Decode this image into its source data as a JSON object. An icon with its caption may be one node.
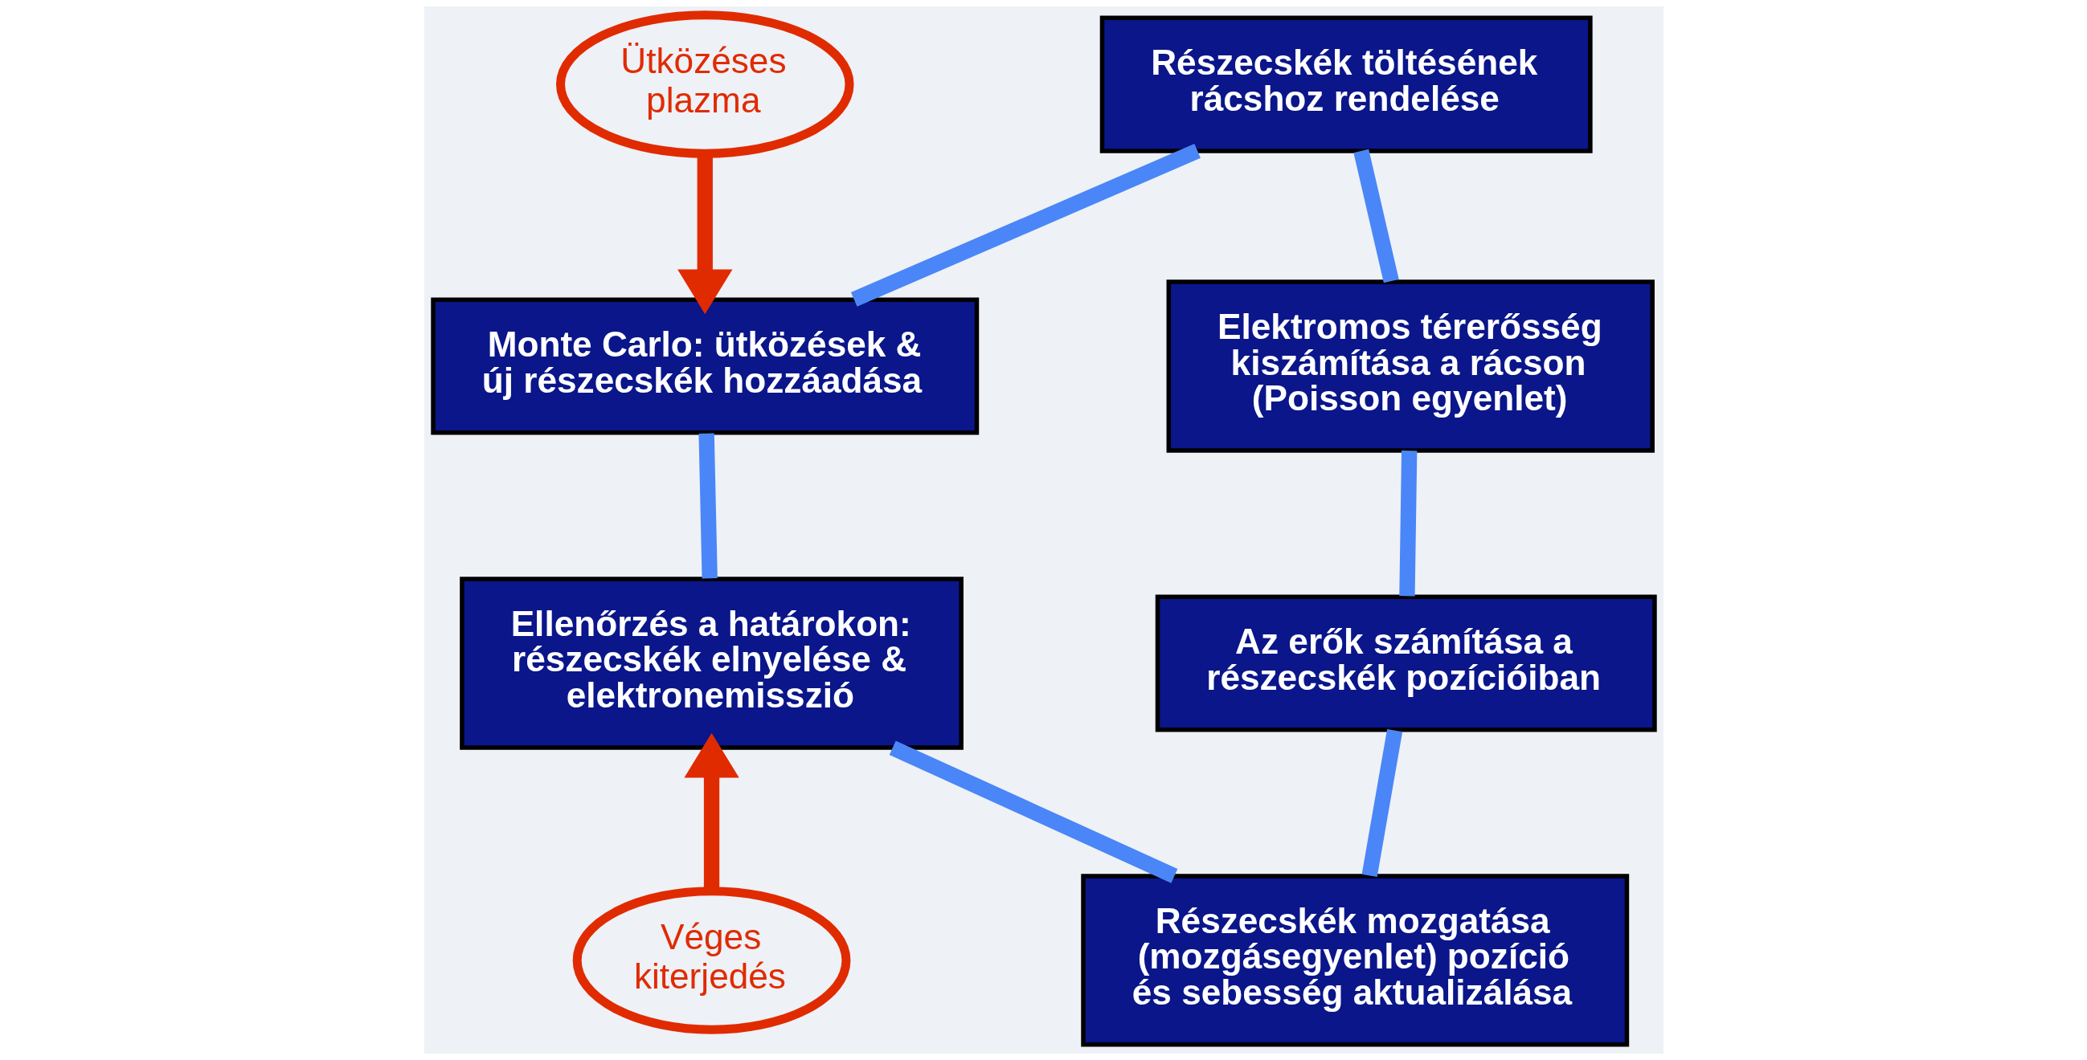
{
  "diagram": {
    "nodes": [
      {
        "text": [
          "Ütközéses plazma"
        ]
      },
      {
        "text": [
          "Részecskék töltésének rácshoz rendelése"
        ]
      },
      {
        "text": [
          "Monte Carlo: ütközések & új részecskék hozzáadása"
        ]
      },
      {
        "text": [
          "Elektromos térerősség kiszámítása a rácson (Poisson egyenlet)"
        ]
      },
      {
        "text": [
          "Ellenőrzés a határokon: részecskék elnyelése & elektronemisszió"
        ]
      },
      {
        "text": [
          "Az erők számítása a részecskék pozícióiban"
        ]
      },
      {
        "text": [
          "Véges kiterjedés"
        ]
      },
      {
        "text": [
          "Részecskék mozgatása (mozgásegyenlet) pozíció és sebesség aktualizálása"
        ]
      }
    ],
    "edges": [
      {
        "from": 1,
        "to": 3,
        "arrow": "none"
      },
      {
        "from": 3,
        "to": 5,
        "arrow": "none"
      },
      {
        "from": 5,
        "to": 7,
        "arrow": "none"
      },
      {
        "from": 7,
        "to": 4,
        "arrow": "none"
      },
      {
        "from": 4,
        "to": 2,
        "arrow": "none"
      },
      {
        "from": 2,
        "to": 1,
        "arrow": "none"
      },
      {
        "from": 0,
        "to": 2,
        "arrow": "to",
        "color": "#e02b00"
      },
      {
        "from": 6,
        "to": 4,
        "arrow": "to",
        "color": "#e02b00"
      }
    ]
  }
}
